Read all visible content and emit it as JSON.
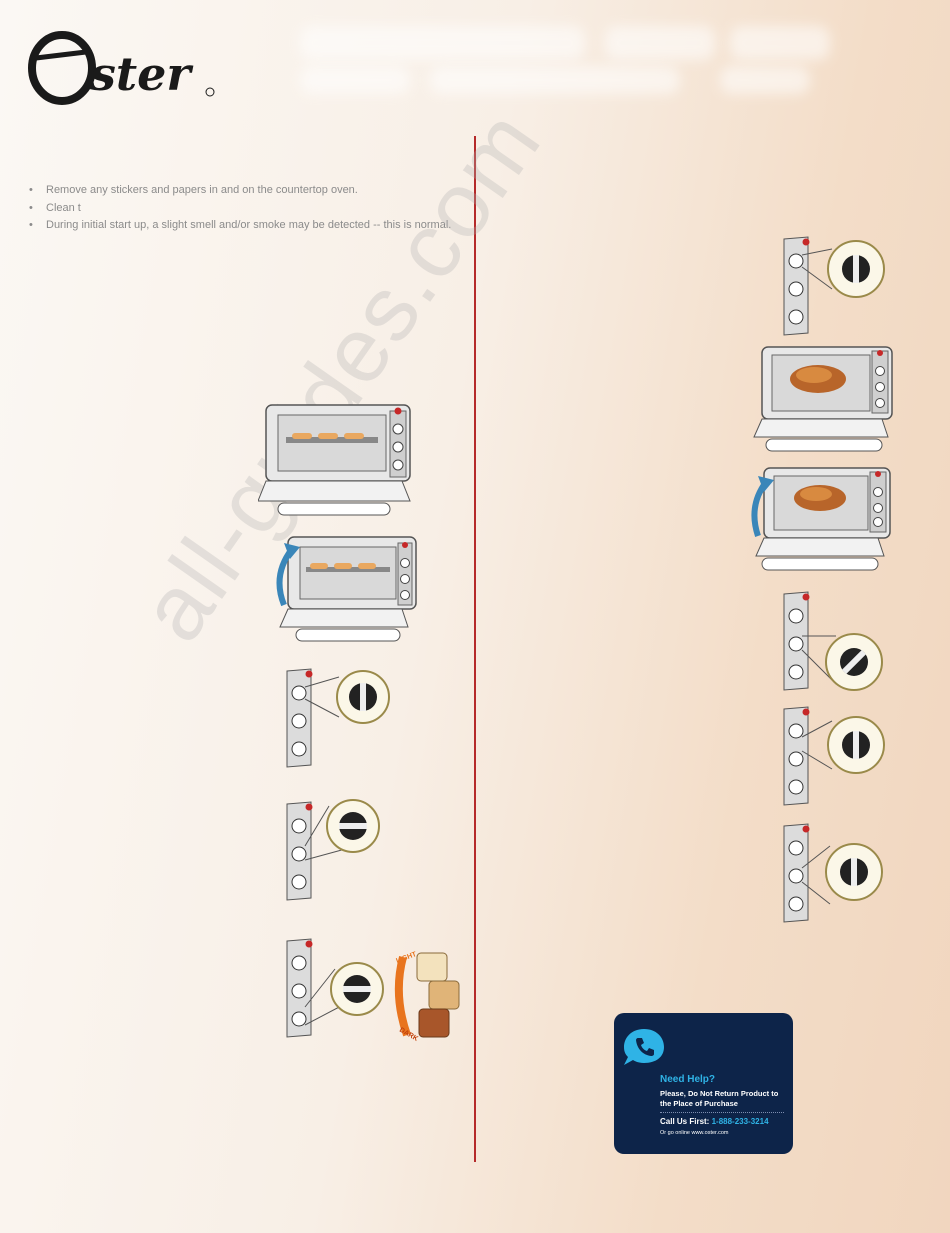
{
  "brand": {
    "name": "Oster",
    "trademark": "®"
  },
  "watermark": "all-guides.com",
  "bullets": [
    "Remove any stickers and papers in and on the countertop oven.",
    "Clean t",
    "During initial start up, a slight smell and/or smoke may be detected -- this is normal."
  ],
  "toast_shade": {
    "light": "LIGHT",
    "dark": "DARK"
  },
  "help": {
    "title": "Need Help?",
    "subtitle": "Please, Do Not Return Product to the Place of Purchase",
    "call_label": "Call Us First:",
    "phone": "1-888-233-3214",
    "web": "Or go online www.oster.com"
  },
  "colors": {
    "accent": "#2fb3e6",
    "panel": "#0d2449",
    "divider": "#b52a2a"
  }
}
